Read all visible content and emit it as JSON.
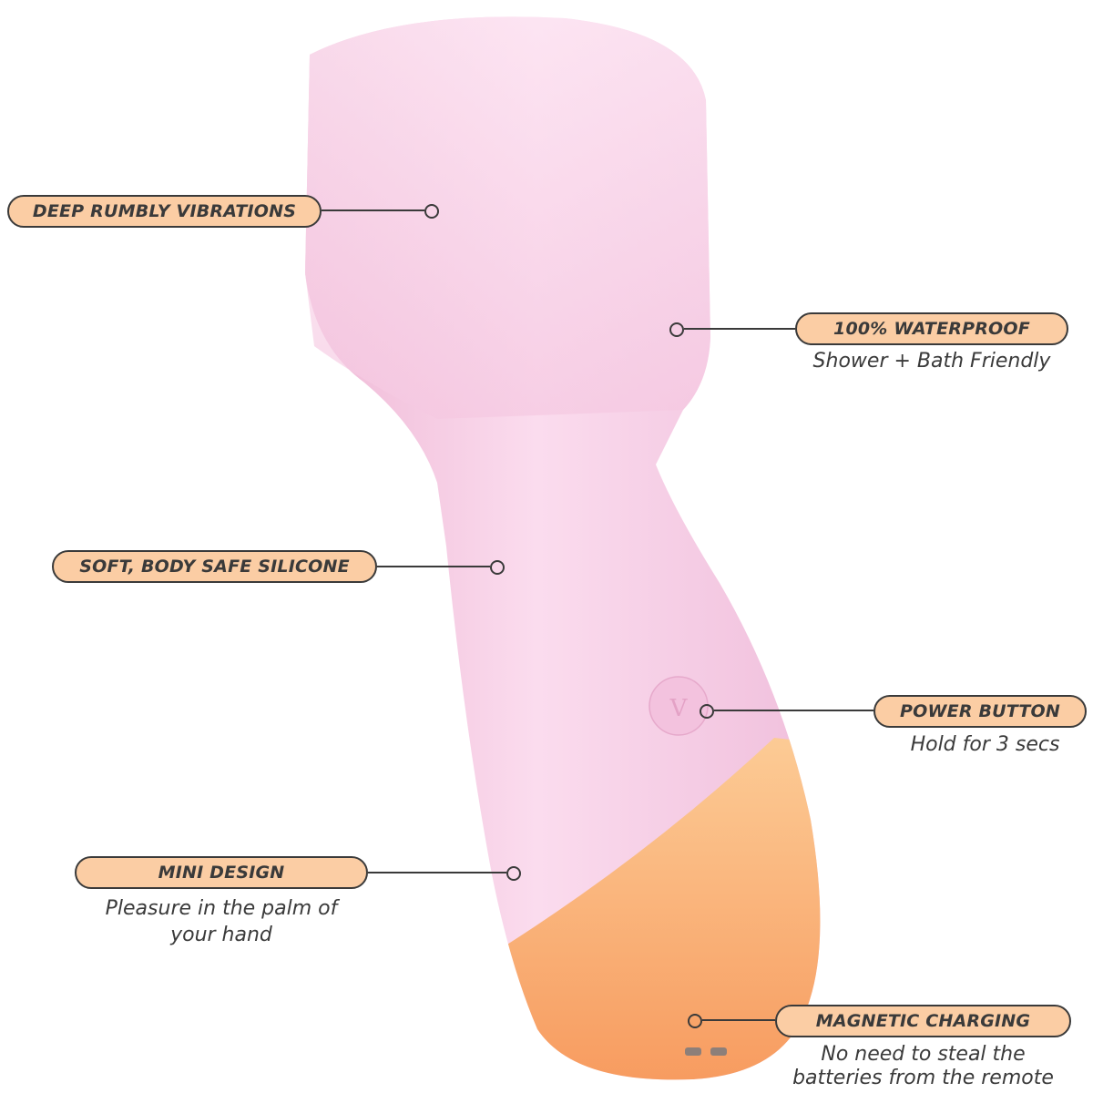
{
  "colors": {
    "body_pink": "#f6cfe6",
    "base_peach": "#f9a96e",
    "label_fill": "#fbcda4",
    "label_outline": "#3a3a3a",
    "text": "#3a3a3a"
  },
  "features": [
    {
      "title": "DEEP RUMBLY VIBRATIONS",
      "sub1": "",
      "sub2": ""
    },
    {
      "title": "100% WATERPROOF",
      "sub1": "Shower + Bath Friendly",
      "sub2": ""
    },
    {
      "title": "SOFT, BODY SAFE SILICONE",
      "sub1": "",
      "sub2": ""
    },
    {
      "title": "POWER BUTTON",
      "sub1": "Hold for 3 secs",
      "sub2": ""
    },
    {
      "title": "MINI DESIGN",
      "sub1": "Pleasure in the palm of",
      "sub2": "your hand"
    },
    {
      "title": "MAGNETIC CHARGING",
      "sub1": "No need to steal the",
      "sub2": "batteries from the remote"
    }
  ]
}
